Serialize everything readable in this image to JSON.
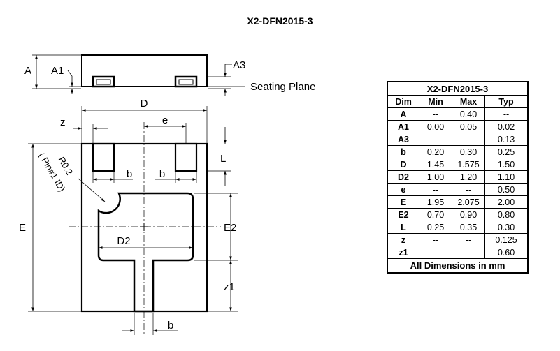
{
  "title": "X2-DFN2015-3",
  "side_view": {
    "label_A": "A",
    "label_A1": "A1",
    "label_A3": "A3",
    "seating_plane": "Seating Plane"
  },
  "bottom_view": {
    "label_D": "D",
    "label_z": "z",
    "label_e": "e",
    "label_L": "L",
    "label_b_left": "b",
    "label_b_right": "b",
    "label_b_bottom": "b",
    "label_r": "R0.2",
    "label_pin1": "( Pin#1 ID)",
    "label_E": "E",
    "label_E2": "E2",
    "label_D2": "D2",
    "label_z1": "z1"
  },
  "table": {
    "title": "X2-DFN2015-3",
    "headers": [
      "Dim",
      "Min",
      "Max",
      "Typ"
    ],
    "rows": [
      [
        "A",
        "--",
        "0.40",
        "--"
      ],
      [
        "A1",
        "0.00",
        "0.05",
        "0.02"
      ],
      [
        "A3",
        "--",
        "--",
        "0.13"
      ],
      [
        "b",
        "0.20",
        "0.30",
        "0.25"
      ],
      [
        "D",
        "1.45",
        "1.575",
        "1.50"
      ],
      [
        "D2",
        "1.00",
        "1.20",
        "1.10"
      ],
      [
        "e",
        "--",
        "--",
        "0.50"
      ],
      [
        "E",
        "1.95",
        "2.075",
        "2.00"
      ],
      [
        "E2",
        "0.70",
        "0.90",
        "0.80"
      ],
      [
        "L",
        "0.25",
        "0.35",
        "0.30"
      ],
      [
        "z",
        "--",
        "--",
        "0.125"
      ],
      [
        "z1",
        "--",
        "--",
        "0.60"
      ]
    ],
    "footer": "All Dimensions in mm"
  }
}
